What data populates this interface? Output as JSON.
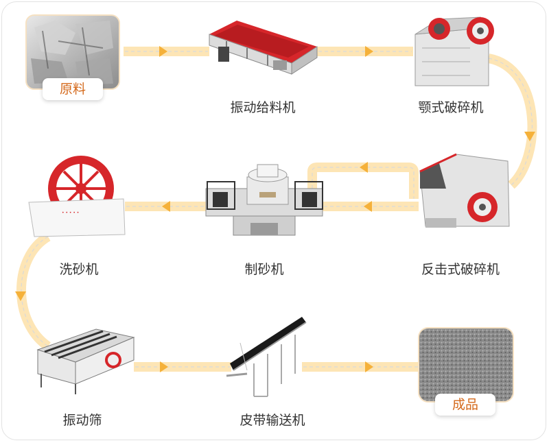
{
  "colors": {
    "flow_line": "#fde5b5",
    "flow_arrow": "#f5b13a",
    "dash": "#d9d9d9",
    "label_text": "#333333",
    "badge_text": "#d4691b",
    "machine_red": "#d6262a"
  },
  "stages": {
    "raw": {
      "label": "原料"
    },
    "feeder": {
      "label": "振动给料机"
    },
    "jaw": {
      "label": "颚式破碎机"
    },
    "impact": {
      "label": "反击式破碎机"
    },
    "sandmaker": {
      "label": "制砂机"
    },
    "washer": {
      "label": "洗砂机"
    },
    "screen": {
      "label": "振动筛"
    },
    "conveyor": {
      "label": "皮带输送机"
    },
    "product": {
      "label": "成品"
    }
  }
}
